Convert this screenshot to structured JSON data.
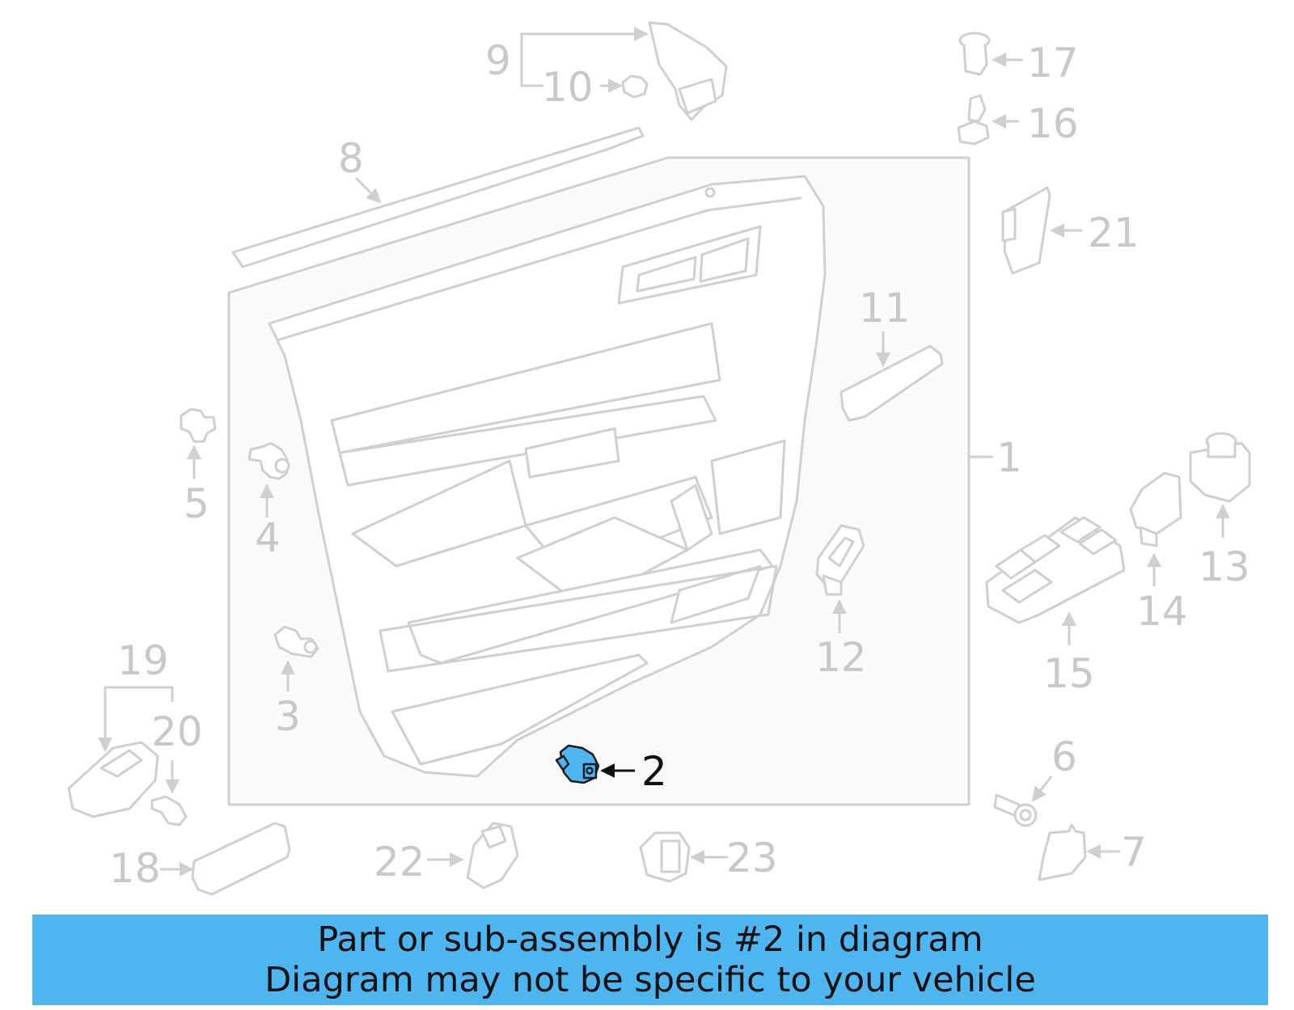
{
  "diagram": {
    "highlight_color": "#4db6f0",
    "line_color": "#cfcfcf",
    "highlighted_callout": "2",
    "callouts": {
      "c1": "1",
      "c2": "2",
      "c3": "3",
      "c4": "4",
      "c5": "5",
      "c6": "6",
      "c7": "7",
      "c8": "8",
      "c9": "9",
      "c10": "10",
      "c11": "11",
      "c12": "12",
      "c13": "13",
      "c14": "14",
      "c15": "15",
      "c16": "16",
      "c17": "17",
      "c18": "18",
      "c19": "19",
      "c20": "20",
      "c21": "21",
      "c22": "22",
      "c23": "23"
    }
  },
  "banner": {
    "line1": "Part or sub-assembly is #2 in diagram",
    "line2": "Diagram may not be specific to your vehicle",
    "background": "#4db6f0"
  }
}
